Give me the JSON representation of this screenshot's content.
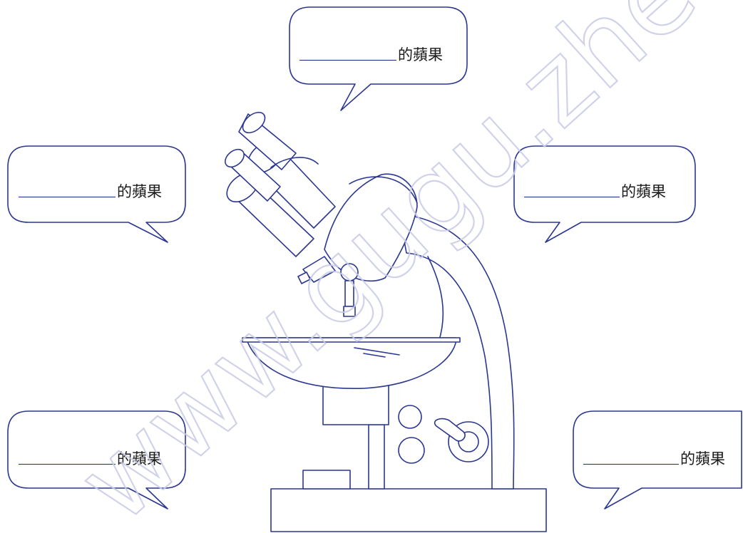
{
  "labels": [
    {
      "suffix": "的蘋果"
    },
    {
      "suffix": "的蘋果"
    },
    {
      "suffix": "的蘋果"
    },
    {
      "suffix": "的蘋果"
    },
    {
      "suffix": "的蘋果"
    }
  ],
  "watermark": "www.gugu.zhen",
  "colors": {
    "outline": "#2b3790",
    "blank_line": "#1a2a8a",
    "text": "#1a1a1a",
    "watermark": "#c8cbe6"
  },
  "illustration": "microscope-icon"
}
